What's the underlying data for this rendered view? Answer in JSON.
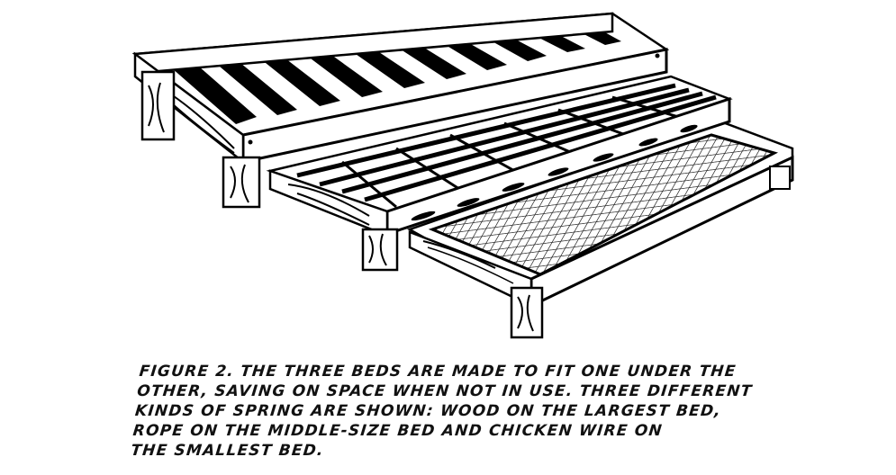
{
  "caption": {
    "lines": [
      "FIGURE 2. THE THREE BEDS ARE MADE TO FIT ONE UNDER THE",
      "OTHER, SAVING ON SPACE WHEN NOT IN USE. THREE DIFFERENT",
      "KINDS OF SPRING ARE SHOWN: WOOD ON THE LARGEST BED,",
      "ROPE ON THE MIDDLE-SIZE BED AND CHICKEN WIRE ON",
      "THE SMALLEST BED."
    ]
  },
  "illustration": {
    "beds": [
      "largest-bed-wood-slats",
      "middle-bed-rope",
      "smallest-bed-chicken-wire"
    ]
  }
}
